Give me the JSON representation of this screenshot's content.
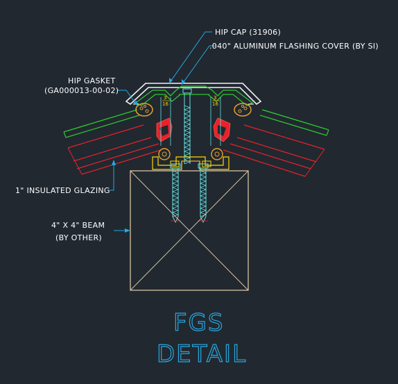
{
  "labels": {
    "hip_cap": "HIP CAP (31906)",
    "flashing_cover": ".040\" ALUMINUM FLASHING COVER (BY SI)",
    "hip_gasket_line1": "HIP GASKET",
    "hip_gasket_line2": "(GA000013-00-02)",
    "insulated_glazing": "1\" INSULATED GLAZING",
    "beam_line1": "4\" X 4\" BEAM",
    "beam_line2": "(BY OTHER)"
  },
  "dimension": {
    "numerator": "3",
    "denominator": "16"
  },
  "title": {
    "line1": "FGS",
    "line2": "DETAIL"
  },
  "colors": {
    "background": "#212830",
    "leader": "#27a9e1",
    "glass_green": "#2ec82e",
    "glass_red": "#e8222a",
    "cap_white": "#f2f2f2",
    "gasket_orange": "#e8a02a",
    "screw_cyan": "#62e0e0",
    "beam_tan": "#d8c4a4",
    "extrusion_yellow": "#ffd800"
  }
}
